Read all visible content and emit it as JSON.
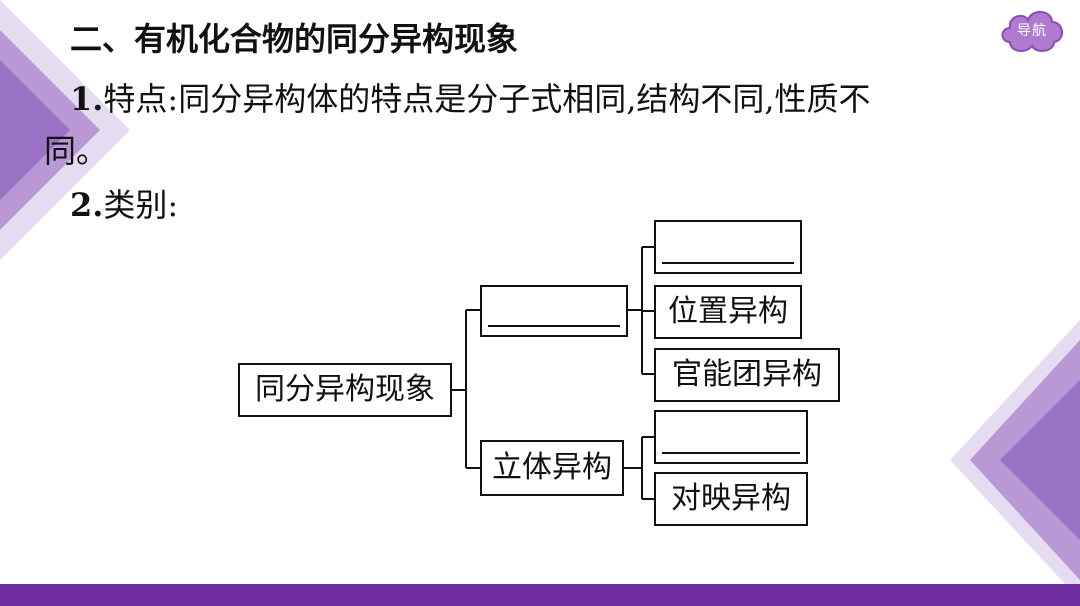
{
  "nav": {
    "label": "导航"
  },
  "content": {
    "title": "二、有机化合物的同分异构现象",
    "point1": {
      "number": "1.",
      "text": "特点:同分异构体的特点是分子式相同,结构不同,性质不",
      "continuation": "同。"
    },
    "point2": {
      "number": "2.",
      "text": "类别:"
    }
  },
  "diagram": {
    "root": "同分异构现象",
    "level1": [
      {
        "label": "",
        "children": [
          "",
          "位置异构",
          "官能团异构"
        ]
      },
      {
        "label": "立体异构",
        "children": [
          "",
          "对映异构"
        ]
      }
    ]
  },
  "colors": {
    "accent": "#6f2fa0",
    "decoration": "#b899d6"
  }
}
